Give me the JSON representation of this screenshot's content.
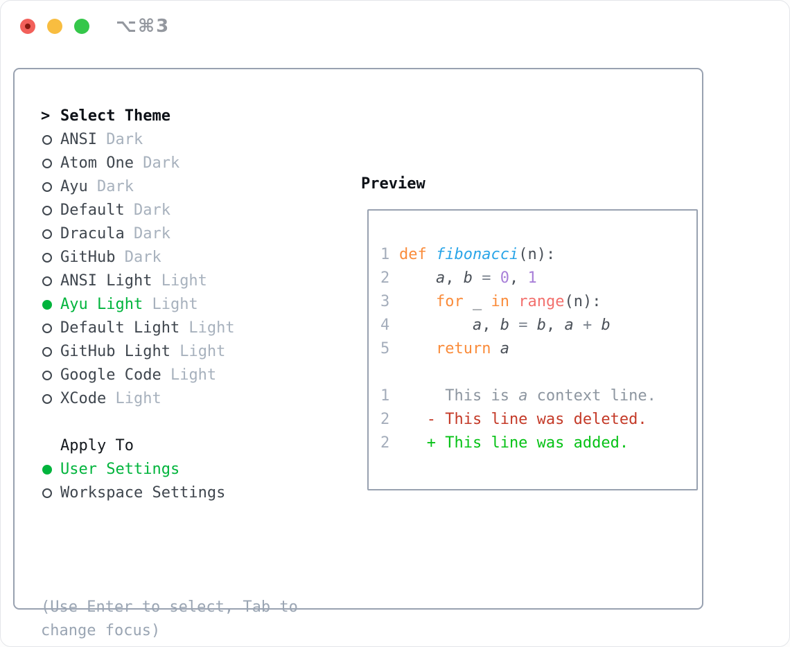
{
  "window": {
    "title": "⌥⌘3",
    "traffic_lights": {
      "close": "close-button",
      "minimize": "minimize-button",
      "zoom": "zoom-button"
    }
  },
  "colors": {
    "traffic_red": "#f2605a",
    "traffic_red_dot": "#871a10",
    "traffic_yellow": "#f8bd40",
    "traffic_green": "#35c74a",
    "selection_green": "#00b43c",
    "heading": "#0d1117",
    "theme_name": "#3f464e",
    "theme_tag": "#a7b1bd",
    "hint_gray": "#9aa5b3",
    "border_gray": "#98a1b0",
    "linenum": "#a4adbb",
    "default": "#4a5058",
    "operator": "#7d858f",
    "keyword": "#fa8c3b",
    "function": "#2aa5e8",
    "number": "#a87fd8",
    "builtin": "#f2706d",
    "context": "#8d96a0",
    "deleted": "#c43a28",
    "added": "#06c216"
  },
  "theme_picker": {
    "prompt": ">",
    "title": "Select Theme",
    "items": [
      {
        "name": "ANSI",
        "tag": "Dark",
        "selected": false
      },
      {
        "name": "Atom One",
        "tag": "Dark",
        "selected": false
      },
      {
        "name": "Ayu",
        "tag": "Dark",
        "selected": false
      },
      {
        "name": "Default",
        "tag": "Dark",
        "selected": false
      },
      {
        "name": "Dracula",
        "tag": "Dark",
        "selected": false
      },
      {
        "name": "GitHub",
        "tag": "Dark",
        "selected": false
      },
      {
        "name": "ANSI Light",
        "tag": "Light",
        "selected": false
      },
      {
        "name": "Ayu Light",
        "tag": "Light",
        "selected": true
      },
      {
        "name": "Default Light",
        "tag": "Light",
        "selected": false
      },
      {
        "name": "GitHub Light",
        "tag": "Light",
        "selected": false
      },
      {
        "name": "Google Code",
        "tag": "Light",
        "selected": false
      },
      {
        "name": "XCode",
        "tag": "Light",
        "selected": false
      }
    ]
  },
  "apply_to": {
    "title": "Apply To",
    "options": [
      {
        "label": "User Settings",
        "selected": true
      },
      {
        "label": "Workspace Settings",
        "selected": false
      }
    ]
  },
  "hint": {
    "line1": "(Use Enter to select, Tab to",
    "line2": "change focus)"
  },
  "preview": {
    "title": "Preview",
    "code_lines": [
      {
        "num": "1",
        "tokens": [
          {
            "t": "def ",
            "c": "keyword"
          },
          {
            "t": "fibonacci",
            "c": "function",
            "i": true
          },
          {
            "t": "(n):",
            "c": "default"
          }
        ]
      },
      {
        "num": "2",
        "tokens": [
          {
            "t": "    ",
            "c": "default"
          },
          {
            "t": "a",
            "c": "default",
            "i": true
          },
          {
            "t": ", ",
            "c": "default"
          },
          {
            "t": "b",
            "c": "default",
            "i": true
          },
          {
            "t": " = ",
            "c": "operator"
          },
          {
            "t": "0",
            "c": "number"
          },
          {
            "t": ", ",
            "c": "default"
          },
          {
            "t": "1",
            "c": "number"
          }
        ]
      },
      {
        "num": "3",
        "tokens": [
          {
            "t": "    ",
            "c": "default"
          },
          {
            "t": "for",
            "c": "keyword"
          },
          {
            "t": " _ ",
            "c": "default"
          },
          {
            "t": "in",
            "c": "keyword"
          },
          {
            "t": " ",
            "c": "default"
          },
          {
            "t": "range",
            "c": "builtin"
          },
          {
            "t": "(n):",
            "c": "default"
          }
        ]
      },
      {
        "num": "4",
        "tokens": [
          {
            "t": "        ",
            "c": "default"
          },
          {
            "t": "a",
            "c": "default",
            "i": true
          },
          {
            "t": ", ",
            "c": "default"
          },
          {
            "t": "b",
            "c": "default",
            "i": true
          },
          {
            "t": " = ",
            "c": "operator"
          },
          {
            "t": "b",
            "c": "default",
            "i": true
          },
          {
            "t": ", ",
            "c": "default"
          },
          {
            "t": "a",
            "c": "default",
            "i": true
          },
          {
            "t": " + ",
            "c": "operator"
          },
          {
            "t": "b",
            "c": "default",
            "i": true
          }
        ]
      },
      {
        "num": "5",
        "tokens": [
          {
            "t": "    ",
            "c": "default"
          },
          {
            "t": "return ",
            "c": "keyword"
          },
          {
            "t": "a",
            "c": "default",
            "i": true
          }
        ]
      },
      {
        "num": "",
        "tokens": []
      },
      {
        "num": "1",
        "tokens": [
          {
            "t": "     This is ",
            "c": "context"
          },
          {
            "t": "a",
            "c": "context",
            "i": true
          },
          {
            "t": " context line.",
            "c": "context"
          }
        ]
      },
      {
        "num": "2",
        "tokens": [
          {
            "t": "   - This line was deleted.",
            "c": "deleted"
          }
        ]
      },
      {
        "num": "2",
        "tokens": [
          {
            "t": "   + This line was added.",
            "c": "added"
          }
        ]
      }
    ]
  }
}
